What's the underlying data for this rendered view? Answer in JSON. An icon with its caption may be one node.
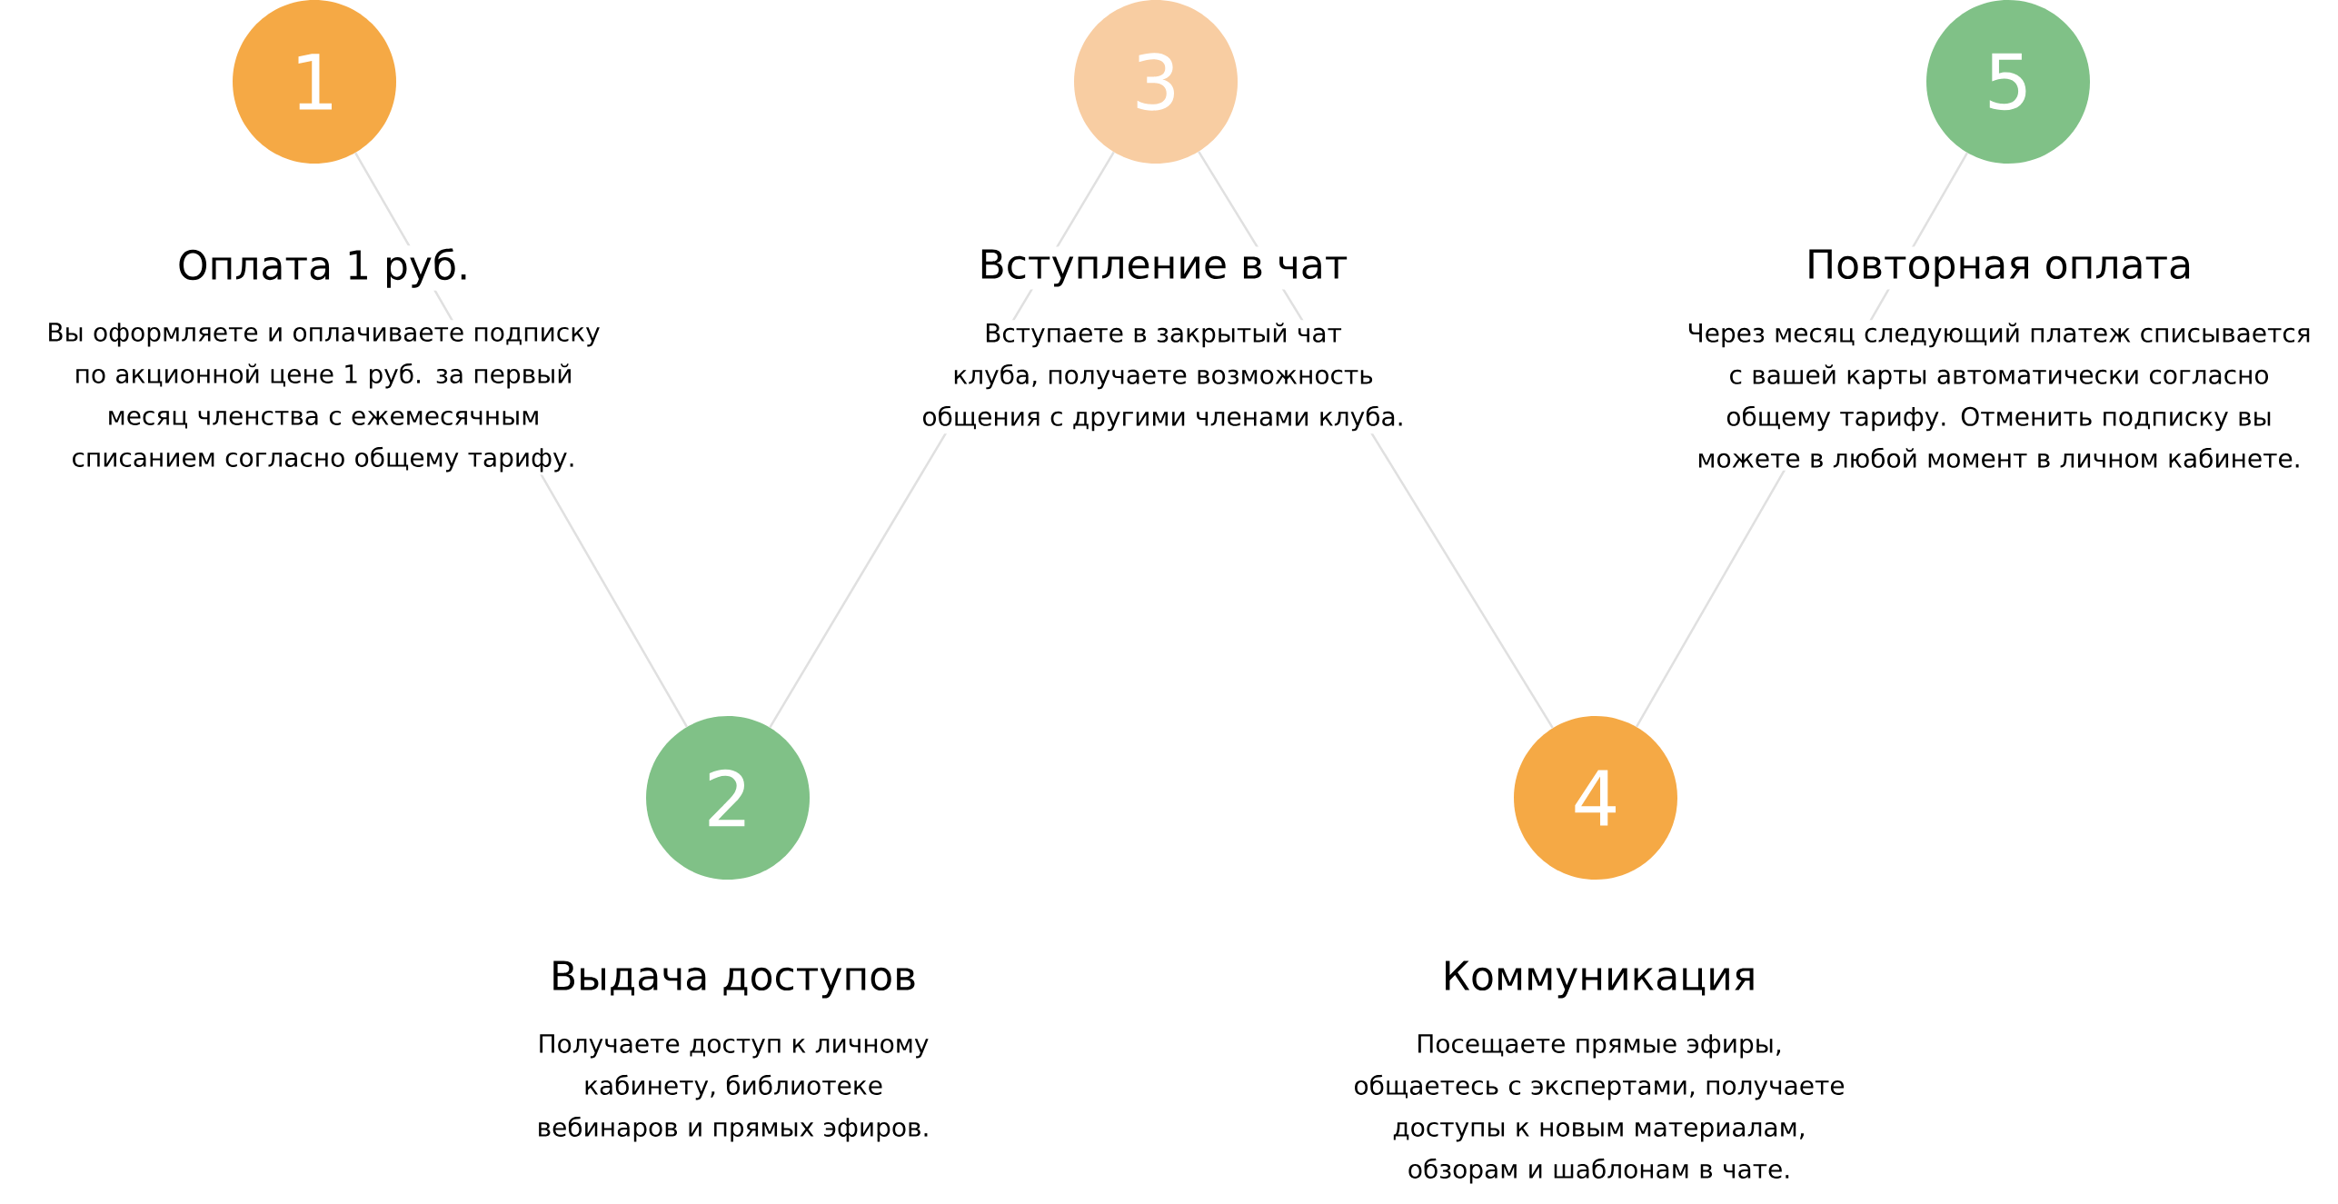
{
  "diagram": {
    "nodes": [
      {
        "text": [
          "1"
        ],
        "beside": [
          "Оплата 1 руб.",
          "Вы оформляете и оплачиваете подписку по акционной цене 1 руб.  за первый месяц членства с ежемесячным списанием согласно общему тарифу."
        ]
      },
      {
        "text": [
          "2"
        ],
        "beside": [
          "Выдача доступов",
          "Получаете доступ к личному кабинету, библиотеке вебинаров и прямых эфиров."
        ]
      },
      {
        "text": [
          "3"
        ],
        "beside": [
          "Вступление в чат",
          "Вступаете в закрытый чат клуба, получаете возможность общения с другими членами клуба."
        ]
      },
      {
        "text": [
          "4"
        ],
        "beside": [
          "Коммуникация",
          "Посещаете прямые эфиры, общаетесь с экспертами, получаете доступы к новым материалам, обзорам и шаблонам в чате."
        ]
      },
      {
        "text": [
          "5"
        ],
        "beside": [
          "Повторная оплата",
          "Через месяц следующий платеж списывается с вашей карты автоматически согласно общему тарифу. Отменить подписку вы можете в любой момент в личном кабинете."
        ]
      }
    ],
    "edges": [
      {
        "from": 0,
        "to": 1,
        "arrow": "none"
      },
      {
        "from": 1,
        "to": 2,
        "arrow": "none"
      },
      {
        "from": 2,
        "to": 3,
        "arrow": "none"
      },
      {
        "from": 3,
        "to": 4,
        "arrow": "none"
      }
    ]
  }
}
